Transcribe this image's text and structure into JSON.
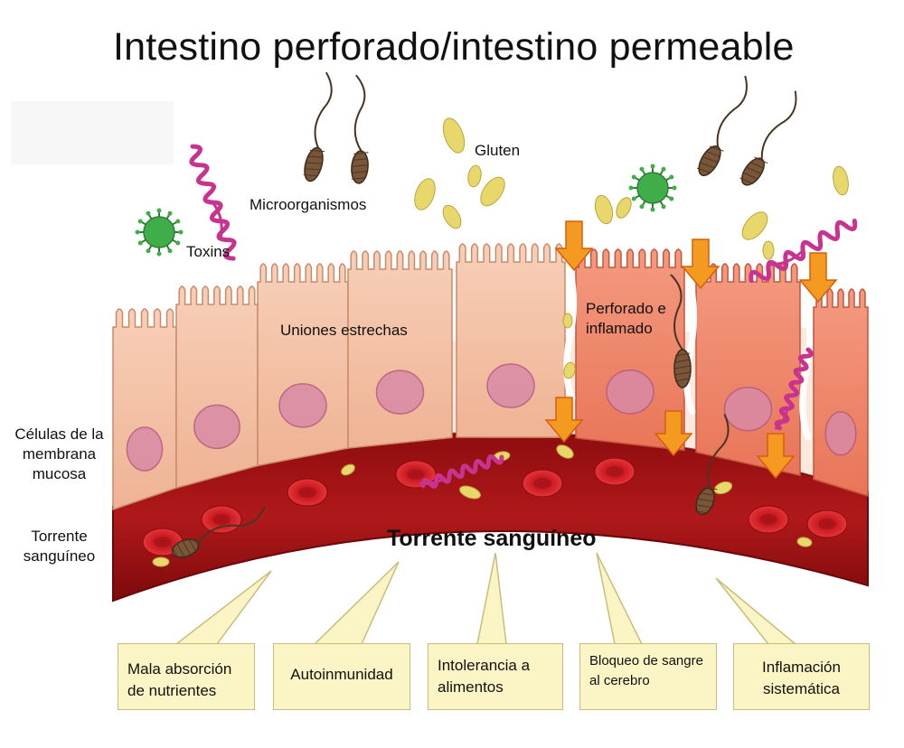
{
  "title": "Intestino perforado/intestino permeable",
  "labels": {
    "gluten": "Gluten",
    "microorganisms": "Microorganismos",
    "toxins": "Toxins",
    "tight_junctions": "Uniones estrechas",
    "perforated": "Perforado e\ninflamado",
    "mucosa_cells": "Células de la\nmembrana\nmucosa",
    "bloodstream_side": "Torrente\nsanguíneo",
    "bloodstream_title": "Torrente sanguíneo"
  },
  "effects": [
    {
      "label": "Mala absorción\nde nutrientes"
    },
    {
      "label": "Autoinmunidad"
    },
    {
      "label": "Intolerancia a\nalimentos"
    },
    {
      "label": "Bloqueo de sangre\n al cerebro"
    },
    {
      "label": "Inflamación\nsistemática"
    }
  ],
  "colors": {
    "healthy_cell": "#f4c3a8",
    "inflamed_cell": "#ee8a72",
    "nucleus": "#d98aa6",
    "vessel": "#a01414",
    "rbc": "#d9232a",
    "gluten": "#e8d76a",
    "virus": "#3fae49",
    "toxin": "#c8338f",
    "bacteria": "#7a5638",
    "arrow": "#f59a20",
    "callout": "#fbf4c4"
  }
}
